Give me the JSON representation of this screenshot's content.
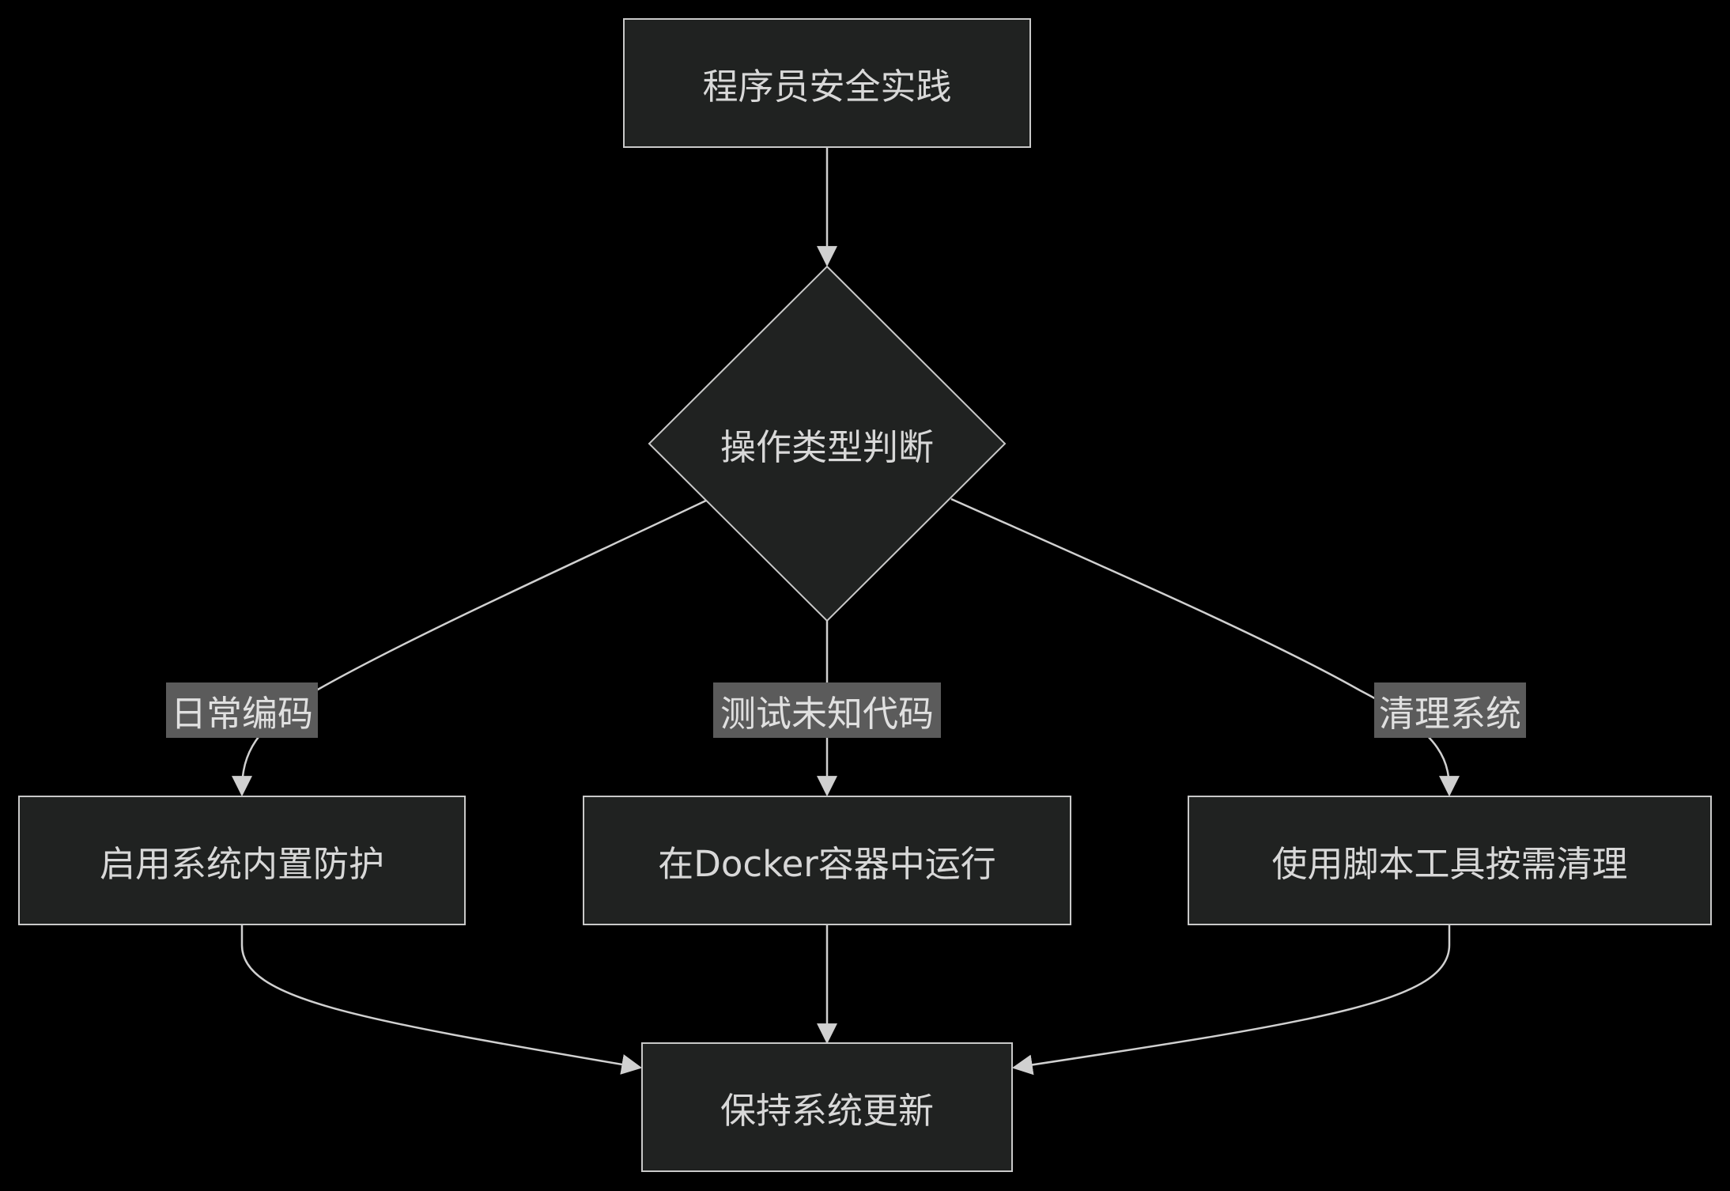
{
  "nodes": {
    "start": "程序员安全实践",
    "decision": "操作类型判断",
    "builtin": "启用系统内置防护",
    "docker": "在Docker容器中运行",
    "script": "使用脚本工具按需清理",
    "update": "保持系统更新"
  },
  "edge_labels": {
    "daily": "日常编码",
    "unknown": "测试未知代码",
    "cleanup": "清理系统"
  },
  "colors": {
    "background": "#000000",
    "node_fill": "#202221",
    "node_stroke": "#c9c9c9",
    "edge": "#d0d0d0",
    "label_bg": "#5b5b5b",
    "text": "#d8d8d8"
  }
}
